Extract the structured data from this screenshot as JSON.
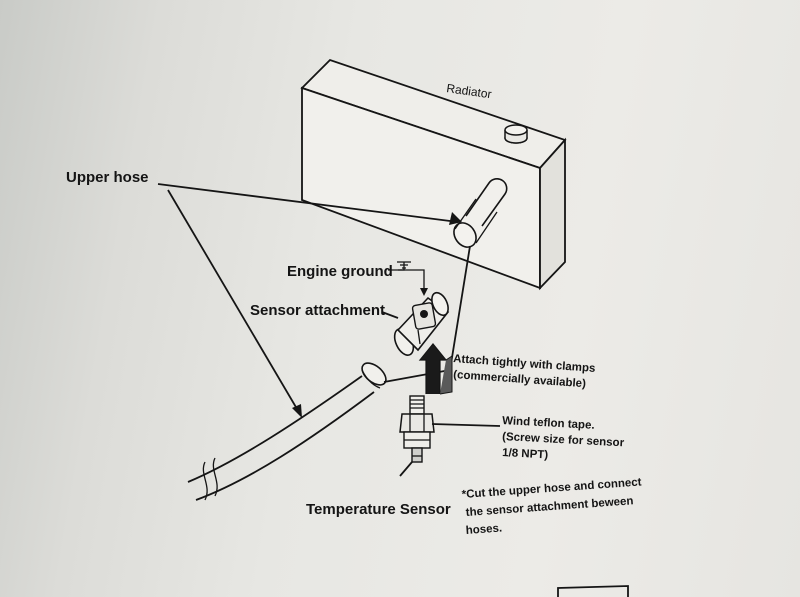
{
  "labels": {
    "radiator": "Radiator",
    "upper_hose": "Upper hose",
    "engine_ground": "Engine ground",
    "sensor_attachment": "Sensor attachment",
    "attach_line1": "Attach tightly with clamps",
    "attach_line2": "(commercially available)",
    "wind_line1": "Wind teflon tape.",
    "wind_line2": "(Screw size for sensor",
    "wind_line3": "1/8 NPT)",
    "temperature_sensor": "Temperature Sensor",
    "note_line1": "*Cut the upper hose and connect",
    "note_line2": "the sensor attachment beween",
    "note_line3": "hoses."
  },
  "icons": [
    "ground-symbol-icon",
    "upward-arrow-icon",
    "hose-break-icon"
  ],
  "colors": {
    "ink": "#141414",
    "paper": "#e9e8e4"
  }
}
